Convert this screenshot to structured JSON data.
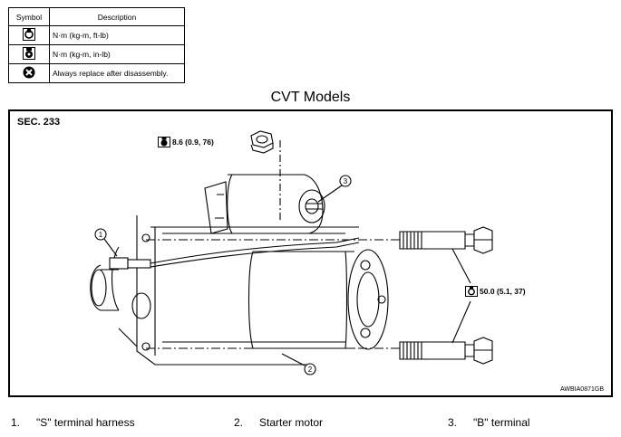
{
  "legend": {
    "header_symbol": "Symbol",
    "header_description": "Description",
    "rows": [
      {
        "icon": "torque-wrench-icon",
        "description": "N·m (kg-m, ft-lb)"
      },
      {
        "icon": "torque-wrench-small-icon",
        "description": "N·m (kg-m, in-lb)"
      },
      {
        "icon": "replace-x-icon",
        "description": "Always replace after disassembly."
      }
    ]
  },
  "title": "CVT Models",
  "diagram": {
    "section": "SEC. 233",
    "torque_top": "8.6 (0.9, 76)",
    "torque_bolts": "50.0 (5.1, 37)",
    "callouts": [
      "1",
      "2",
      "3"
    ],
    "figure_code": "AWBIA0871GB"
  },
  "captions": [
    {
      "num": "1.",
      "text": "\"S\" terminal harness"
    },
    {
      "num": "2.",
      "text": "Starter motor"
    },
    {
      "num": "3.",
      "text": "\"B\" terminal"
    }
  ]
}
